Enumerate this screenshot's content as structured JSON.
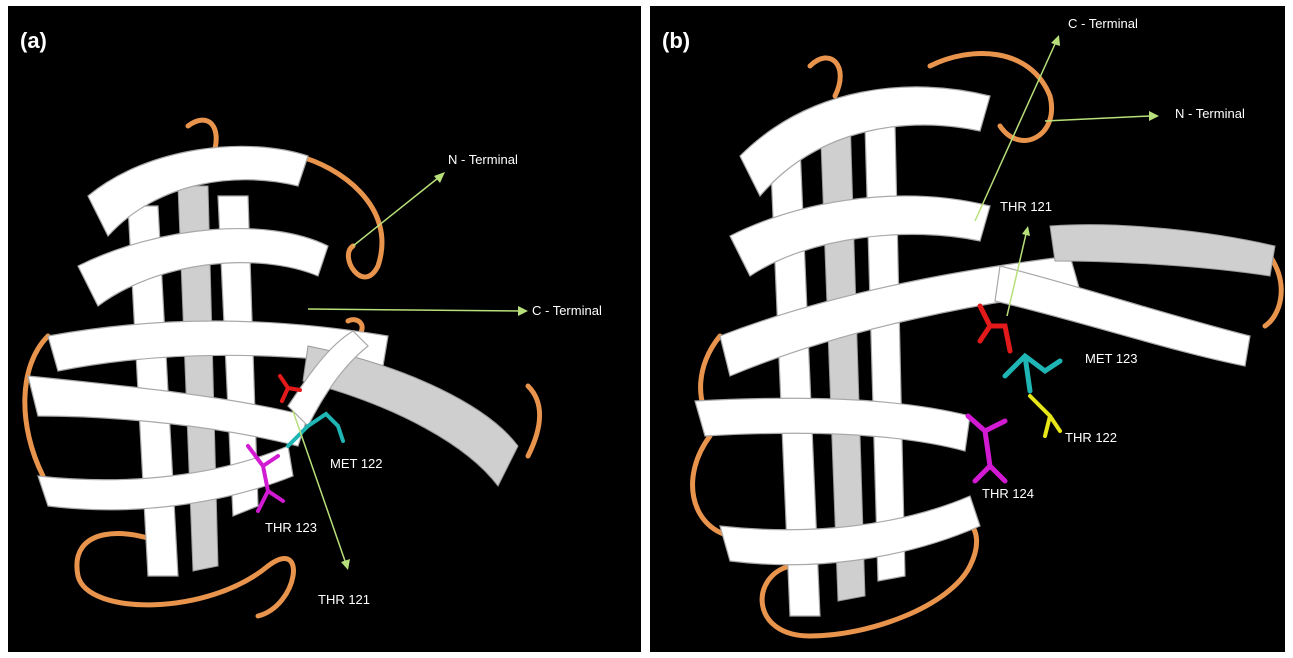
{
  "panel_a": {
    "letter": "(a)",
    "labels": {
      "n_terminal": "N - Terminal",
      "c_terminal": "C - Terminal",
      "met": "MET 122",
      "thr_upper": "THR 123",
      "thr_lower": "THR 121"
    }
  },
  "panel_b": {
    "letter": "(b)",
    "labels": {
      "c_terminal": "C - Terminal",
      "n_terminal": "N - Terminal",
      "thr_121": "THR 121",
      "met": "MET 123",
      "thr_122": "THR 122",
      "thr_124": "THR 124"
    }
  },
  "colors": {
    "background": "#000000",
    "sheet": "#ffffff",
    "loop": "#e8944d",
    "annotation_arrow": "#b8e07a",
    "residue_red": "#e41a1a",
    "residue_cyan": "#1fb5b5",
    "residue_magenta": "#d21ad2",
    "residue_yellow": "#e6e61a"
  }
}
